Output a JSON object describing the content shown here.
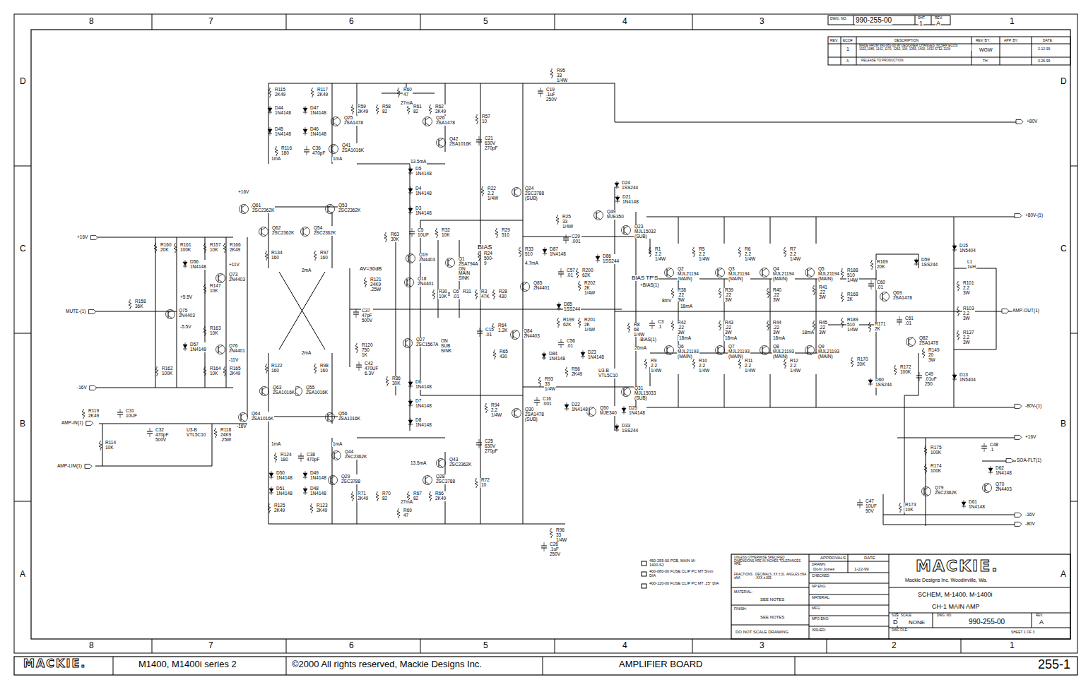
{
  "diagram": {
    "labels": [
      "8",
      "7",
      "6",
      "5",
      "4",
      "3",
      "1",
      "8",
      "7",
      "6",
      "5",
      "4",
      "3",
      "2",
      "1",
      "D",
      "C",
      "B",
      "A",
      "D",
      "C",
      "B",
      "A",
      "DWG. NO.",
      "990-255-00",
      "SHT.",
      "1",
      "REV.",
      "A",
      "REV.",
      "ECO#",
      "DESCRIPTION",
      "REV. BY:",
      "APP. BY:",
      "DATE",
      "1",
      "MADE FROM 990-081-00 W/ DESIGNER CHANGES. NCSRP ECOS: 1032,1085, 1142, 1170, 1263, 104, 1359, 1400, 1432 STEL 3134",
      "WGW",
      "2-12-99",
      "A",
      "RELEASE TO PRODUCTION",
      "TH",
      "3-26-99",
      "450-255-00 PCB, MAIN M-1400-S2",
      "400-080-00 FUSE CLIP PC MT 5mm DIA",
      "400-120-00 FUSE CLIP PC MT .25\" DIA",
      "UNLESS OTHERWISE SPECIFIED DIMENSIONS ARE IN INCHES TOLERANCES ARE:",
      "FRACTIONS ±NA",
      "DECIMALS .XX ±.01 .XXX ±.005",
      "ANGLES ±NA",
      "MATERIAL:",
      "SEE NOTES",
      "FINISH:",
      "SEE NOTES",
      "DO NOT SCALE DRAWING",
      "APPROVALS",
      "DATE",
      "DRAWN:",
      "Dom Jones",
      "1-22-99",
      "CHECKED:",
      "NP ENG:",
      "MATERIAL:",
      "MFG:",
      "MFG ENG:",
      "ISSUED:",
      "MACKIE.",
      "Mackie Designs Inc. Woodinville, Wa.",
      "SCHEM, M-1400, M-1400i",
      "CH-1 MAIN AMP",
      "SIZE",
      "D",
      "SCALE:",
      "NONE",
      "DWG. NO.",
      "990-255-00",
      "REV.",
      "A",
      "DWG FILE:",
      "SHEET 1 OF 3",
      "MACKIE.",
      "M1400, M1400i series 2",
      "©2000 All rights reserved, Mackie Designs Inc.",
      "AMPLIFIER BOARD",
      "255-1",
      "R115 2K49",
      "D44 1N4148",
      "D45 1N4148",
      "R116 180",
      "1mA",
      "R117 2K49",
      "D47 1N4148",
      "D46 1N4148",
      "C36 470pF",
      "1mA",
      "R59 2K49",
      "R58 82",
      "R60 47",
      "27mA",
      "R61 82",
      "R62 2K49",
      "Q25 2SA1478",
      "Q26 2SA1478",
      "Q41 2SA1016K",
      "Q42 2SA1016K",
      "13.5mA",
      "R57 10",
      "C21 630V 270pF",
      "R95 33 1/4W",
      "C19 .1uF 250V",
      "+80V",
      "D5 1N4148",
      "D4 1N4148",
      "D3 1N4148",
      "R22 2.2 1/4W",
      "Q24 2SC3788 (SUB)",
      "D24 1SS244",
      "D21 1N4148",
      "Q49 MJE350",
      "Q23 MJL15032 (SUB)",
      "R63 30K",
      "C5 10UF",
      "R32 10K",
      "Q19 2N4403",
      "Q1 2SA794A ON MAIN SINK",
      "BIAS",
      "R24 500-9",
      "R29 510",
      "R33 510",
      "4.7mA",
      "R25 33 1/4W",
      "C29 .001",
      "D87 1N4148",
      "D86 1SS244",
      "Q85 2N4401",
      "C57 .01",
      "R200 62K",
      "R202 2K 1/4W",
      "D85 1SS244",
      "Q18 2N4401",
      "R30 10K",
      "C6 .01",
      "R31",
      "R3 47K",
      "R28 430",
      "AV=30dB",
      "R121 24K9 .25W",
      "C37 47pF 500V",
      "R120 750 1K",
      "C42 470UF 6.3V",
      "Q27 2SC1567A",
      "ON SUB SINK",
      "C15 .01",
      "R64 1.2K",
      "R65 430",
      "Q84 2N4403",
      "R199 62K",
      "R201 2K 1/4W",
      "C56 .01",
      "D84 1N4148",
      "D23 1N4148",
      "R56 2K49",
      "U3-B VTL5C10",
      "R86 30K",
      "D6 1N4148",
      "D7 1N4148",
      "D8 1N4148",
      "R93 33 1/4W",
      "C16 .001",
      "R94 2.2 1/4W",
      "Q30 2SA1478 (SUB)",
      "D22 1N4148",
      "Q50 MJE340",
      "Q31 MJL15033 (SUB)",
      "D25 1N4148",
      "D33 1SS244",
      "C25 630V 270pF",
      "R72 10",
      "R96 33 1/4W",
      "C26 .1uF 250V",
      "+16V",
      "Q61 2SC2362K",
      "Q53 2SC2362K",
      "Q62 2SC2362K",
      "Q54 2SC2362K",
      "R134 160",
      "R97 160",
      "2mA",
      "2mA",
      "R122 160",
      "R98 160",
      "Q63 2SA1016K",
      "Q55 2SA1016K",
      "Q64 2SA1016K",
      "Q56 2SA1016K",
      "-16V",
      "1mA",
      "1mA",
      "R124 180",
      "C38 470pF",
      "D50 1N4148",
      "D49 1N4148",
      "D51 1N4148",
      "D48 1N4148",
      "R125 2K49",
      "R123 2K49",
      "Q44 2SC2362K",
      "Q29 2SC3788",
      "R71 2K49",
      "R70 82",
      "R67 82",
      "R66 2K49",
      "27mA",
      "R69 47",
      "13.5mA",
      "Q28 2SC3788",
      "Q43 2SC2362K",
      "+16V",
      "R160 20K",
      "R161 100K",
      "R157 10K",
      "R166 2K49",
      "D56 1N4148",
      "+11V",
      "Q73 2N4403",
      "R147 10K",
      "+5.5V",
      "MUTE-(1)",
      "R158 36K",
      "Q75 2N4403",
      "-5.5V",
      "R163 10K",
      "Q76 2N4401",
      "D57 1N4148",
      "-11V",
      "R162 100K",
      "R164 10K",
      "R165 2K49",
      "-16V",
      "R119 2K49",
      "C31 10UF",
      "AMP-IN(1)",
      "R114 10K",
      "C32 470pF 500V",
      "U3-B VTL5C10",
      "R118 24K9 .25W",
      "AMP-LIM(1)",
      "BIAS TP'S",
      "+BIAS(1)",
      "R1 2.2 1/4W",
      "Q2 MJL21194 (MAIN)",
      "R5 2.2 1/4W",
      "Q3 MJL21194 (MAIN)",
      "R6 2.2 1/4W",
      "Q4 MJL21194 (MAIN)",
      "R7 2.2 1/4W",
      "Q5 MJL21194 (MAIN)",
      "R38 .22 3W",
      "R39 .22 3W",
      "R40 .22 3W",
      "R41 .22 3W",
      "8mV",
      "18mA",
      "R8 68 1/4W",
      "C3 .1",
      "-BIAS(1)",
      "20mA",
      "R42 .22 3W",
      "R43 .22 3W",
      "R44 .22 3W",
      "R45 .22 3W",
      "18mA",
      "18mA",
      "18mA",
      "18mA",
      "Q6 MJL21193 (MAIN)",
      "Q7 MJL21193 (MAIN)",
      "Q8 MJL21193 (MAIN)",
      "Q9 MJL21193 (MAIN)",
      "R9 2.2 1/4W",
      "R10 2.2 1/4W",
      "R11 2.2 1/4W",
      "R12 2.2 1/4W",
      "R188 510 1/4W",
      "R168 2K",
      "R189 510 1/4W",
      "R169 20K",
      "D59 1SS244",
      "C60 .01",
      "Q69 2SA1478",
      "R171 2K",
      "C61 .01",
      "Q82 2SA1478",
      "R170 20K",
      "D60 1SS244",
      "R172 100K",
      "R149 20 3W",
      "C49 .01uF 250",
      "D15 1N5404",
      "L1 1uH",
      "R101 2.2 3W",
      "R103 2.2 3W",
      "R137 2.2 3W",
      "D13 1N5404",
      "+80V-(1)",
      "AMP-OUT(1)",
      "-80V-(1)",
      "+16V",
      "SOA-FLT(1)",
      "-16V",
      "-80V",
      "R175 100K",
      "C48 .1",
      "R174 100K",
      "D62 1N4148",
      "Q79 2SC2362K",
      "Q70 2N4403",
      "D61 1N4148",
      "C47 10UF 50V",
      "R173 10K"
    ]
  }
}
